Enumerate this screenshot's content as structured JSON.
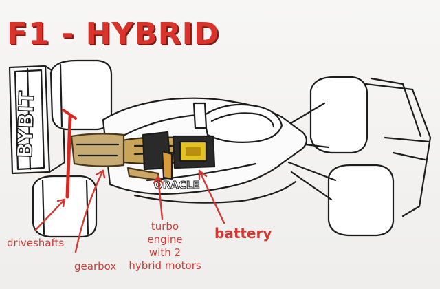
{
  "title": "F1 - HYBRID",
  "labels": {
    "driveshafts": "driveshafts",
    "gearbox": "gearbox",
    "turbo_line1": "turbo",
    "turbo_line2": "engine",
    "turbo_line3": "with 2",
    "turbo_line4": "hybrid motors",
    "battery": "battery"
  },
  "livery": {
    "rear_wing_text": "BYBIT",
    "sidepod_text": "ORACLE"
  },
  "colors": {
    "title": "#d9342b",
    "labels": "#cf3a35",
    "ink": "#1a1a1a",
    "gold": "#c9a55a",
    "battery": "#e2c320"
  }
}
